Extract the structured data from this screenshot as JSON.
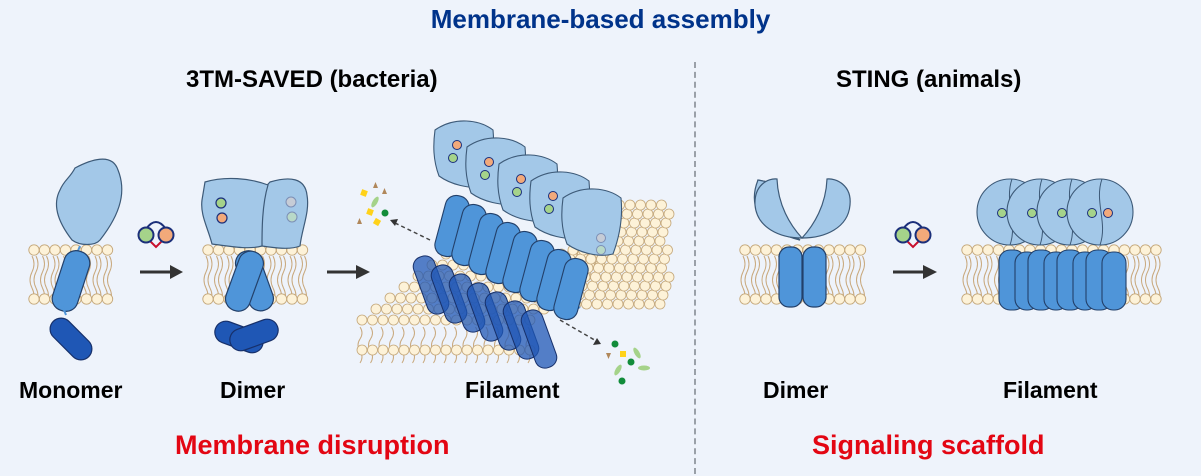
{
  "title": "Membrane-based assembly",
  "panels": [
    {
      "subtitle": "3TM-SAVED (bacteria)",
      "stages": [
        "Monomer",
        "Dimer",
        "Filament"
      ],
      "outcome": "Membrane disruption"
    },
    {
      "subtitle": "STING (animals)",
      "stages": [
        "Dimer",
        "Filament"
      ],
      "outcome": "Signaling scaffold"
    }
  ],
  "colors": {
    "title": "#00338a",
    "outcome": "#e30613",
    "background": "#eef3fb",
    "protein_light": "#a3c8e8",
    "protein_tm": "#4f95d9",
    "protein_dark": "#1f57b5",
    "lipid_head": "#fdf2d8",
    "lipid_edge": "#c4a77a",
    "ligand_green": "#a5d38a",
    "ligand_orange": "#f2a97a"
  },
  "icons": [
    "cyclic-nucleotide-ligand-icon",
    "arrow-right-icon",
    "lipid-bilayer-icon"
  ]
}
